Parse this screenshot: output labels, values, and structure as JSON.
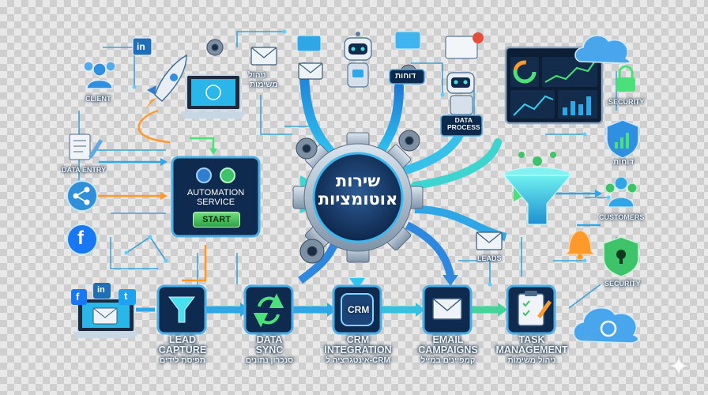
{
  "center_gear": {
    "line1": "שירות",
    "line2": "אוטומציות"
  },
  "automation_box": {
    "line1": "AUTOMATION",
    "line2": "SERVICE",
    "button": "START"
  },
  "left_labels": {
    "client": "CLIENT",
    "data_entry": "DATA ENTRY"
  },
  "top_labels": {
    "task_mgmt_he_1": "ניהול",
    "task_mgmt_he_2": "משימות",
    "reports_he": "דוחות",
    "data_process_1": "DATA",
    "data_process_2": "PROCESS"
  },
  "right_labels": {
    "security_top": "SECURITY",
    "reports_he": "דוחות",
    "customers": "CUSTOMERS",
    "security_bottom": "SECURITY",
    "leads": "LEADS"
  },
  "steps": [
    {
      "en1": "LEAD",
      "en2": "CAPTURE",
      "he": "תפיסת לידים"
    },
    {
      "en1": "DATA",
      "en2": "SYNC",
      "he": "סנכרון נתונים"
    },
    {
      "en1": "CRM",
      "en2": "INTEGRATION",
      "he": "אינטגרציה ל-CRM"
    },
    {
      "en1": "EMAIL",
      "en2": "CAMPAIGNS",
      "he": "קמפיינים במייל"
    },
    {
      "en1": "TASK",
      "en2": "MANAGEMENT",
      "he": "ניהול משימות"
    }
  ],
  "crm_icon_text": "CRM",
  "social": {
    "linkedin": "in",
    "facebook": "f",
    "twitter": "t"
  },
  "colors": {
    "navy": "#0c2240",
    "blue": "#2b8be0",
    "cyan": "#38d0f0",
    "green": "#3fd27a",
    "orange": "#ff9a2a"
  }
}
